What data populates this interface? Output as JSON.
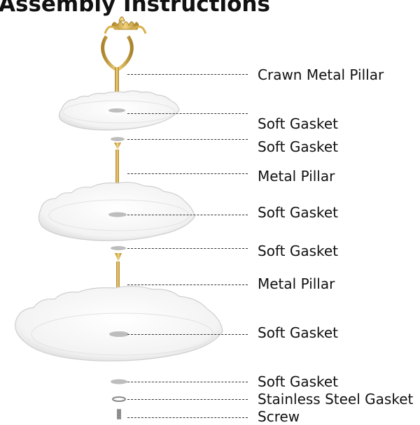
{
  "title": "Assembly Instructions",
  "colors": {
    "gold": "#d8b04a",
    "gold_dark": "#a9822a",
    "plate": "#f4f4f4",
    "plate_edge": "#cfcfcf",
    "gasket": "#bdbdbd",
    "leader": "#333333"
  },
  "parts": [
    {
      "label": "Crawn Metal Pillar"
    },
    {
      "label": "Soft Gasket"
    },
    {
      "label": "Soft Gasket"
    },
    {
      "label": "Metal Pillar"
    },
    {
      "label": "Soft Gasket"
    },
    {
      "label": "Soft Gasket"
    },
    {
      "label": "Metal Pillar"
    },
    {
      "label": "Soft Gasket"
    },
    {
      "label": "Soft Gasket"
    },
    {
      "label": "Stainless Steel Gasket"
    },
    {
      "label": "Screw"
    }
  ]
}
